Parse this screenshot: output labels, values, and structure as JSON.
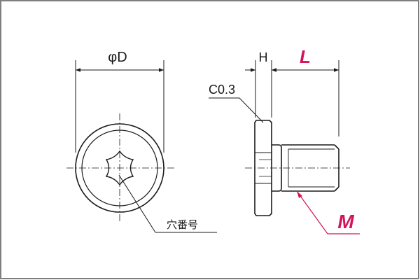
{
  "labels": {
    "diameter": "φD",
    "head_height": "H",
    "length": "L",
    "chamfer": "C0.3",
    "hole_number": "穴番号",
    "thread": "M"
  },
  "colors": {
    "line": "#1a1a1a",
    "accent": "#d4145a",
    "border": "#7f7f7f"
  }
}
